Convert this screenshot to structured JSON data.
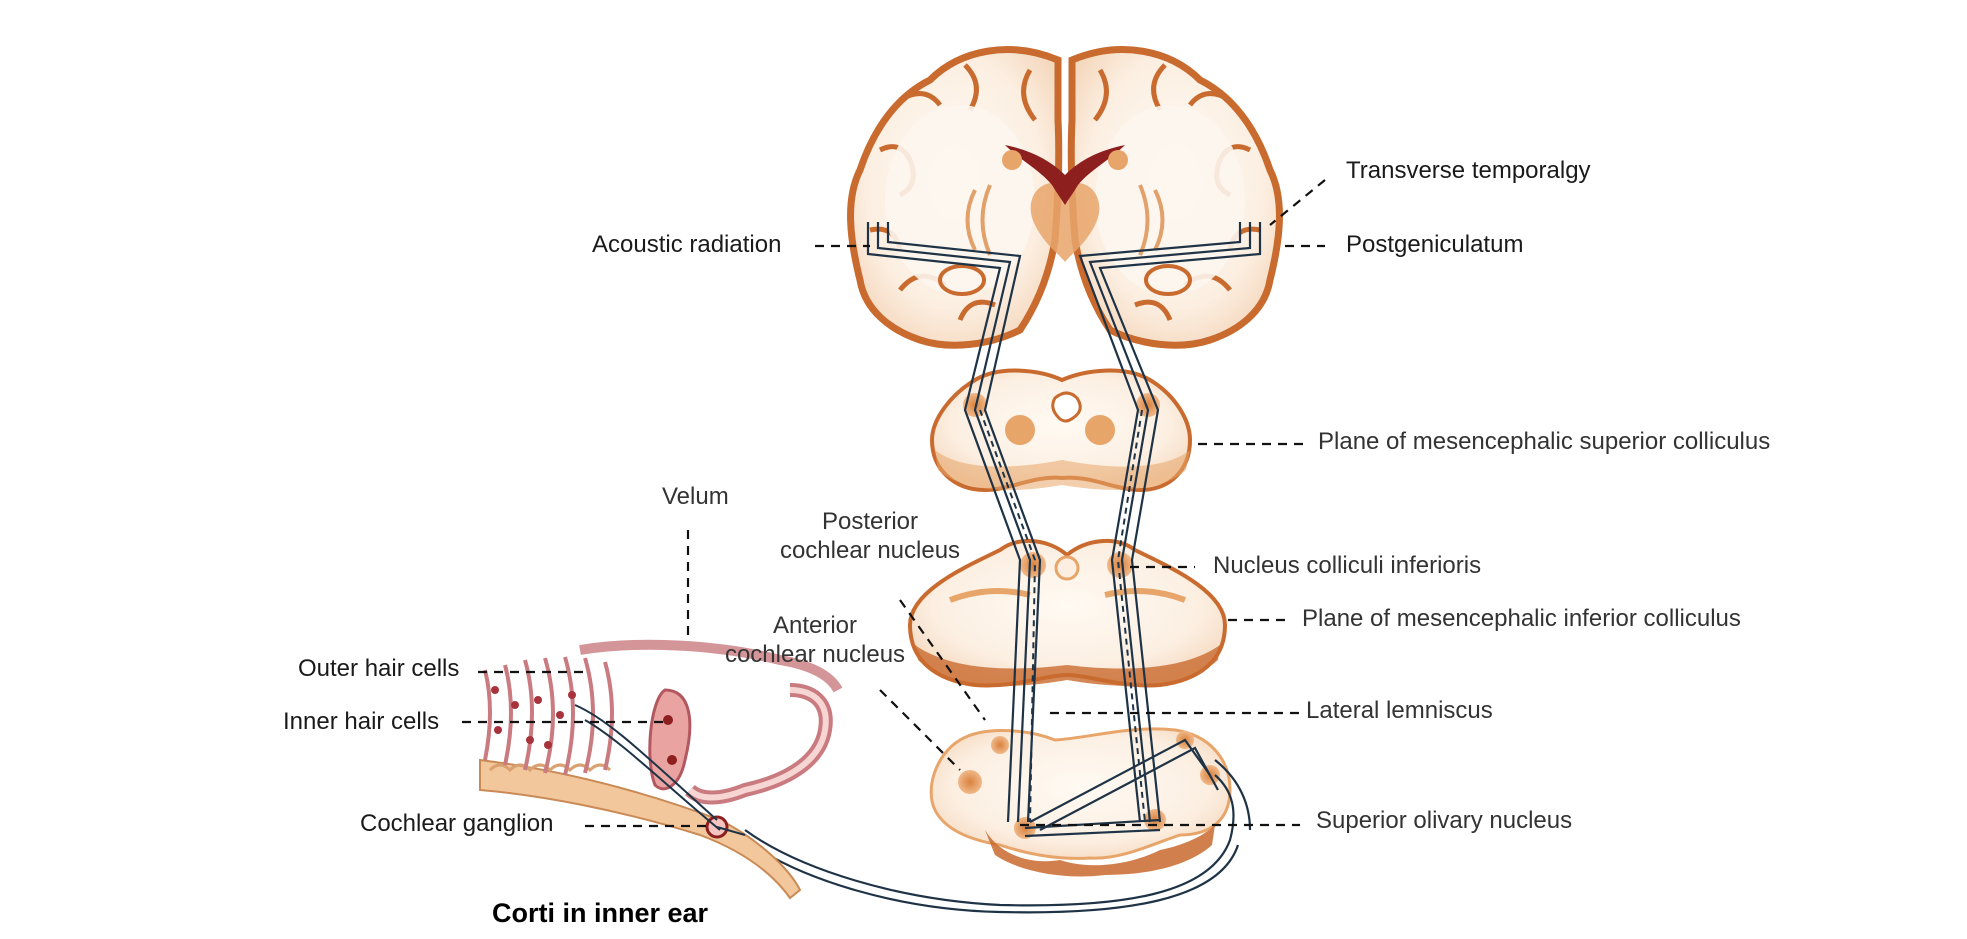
{
  "labels": {
    "transverse_temporal": "Transverse temporalgy",
    "acoustic_radiation": "Acoustic radiation",
    "postgeniculatum": "Postgeniculatum",
    "plane_superior_colliculus": "Plane of mesencephalic superior colliculus",
    "velum": "Velum",
    "posterior_cochlear_nucleus": "Posterior\ncochlear nucleus",
    "nucleus_colliculi_inferioris": "Nucleus colliculi inferioris",
    "anterior_cochlear_nucleus": "Anterior\ncochlear nucleus",
    "plane_inferior_colliculus": "Plane of mesencephalic inferior colliculus",
    "outer_hair_cells": "Outer hair cells",
    "inner_hair_cells": "Inner hair cells",
    "lateral_lemniscus": "Lateral lemniscus",
    "cochlear_ganglion": "Cochlear ganglion",
    "superior_olivary_nucleus": "Superior olivary nucleus",
    "corti_caption": "Corti in inner ear"
  },
  "colors": {
    "tissue_outline": "#c96a2e",
    "tissue_fill": "#fbeee2",
    "nucleus_fill": "#e8a56a",
    "ventricle": "#8e1f1f",
    "cochlea_pink": "#c97b80",
    "pathway": "#1f3347",
    "leader": "#111111"
  }
}
